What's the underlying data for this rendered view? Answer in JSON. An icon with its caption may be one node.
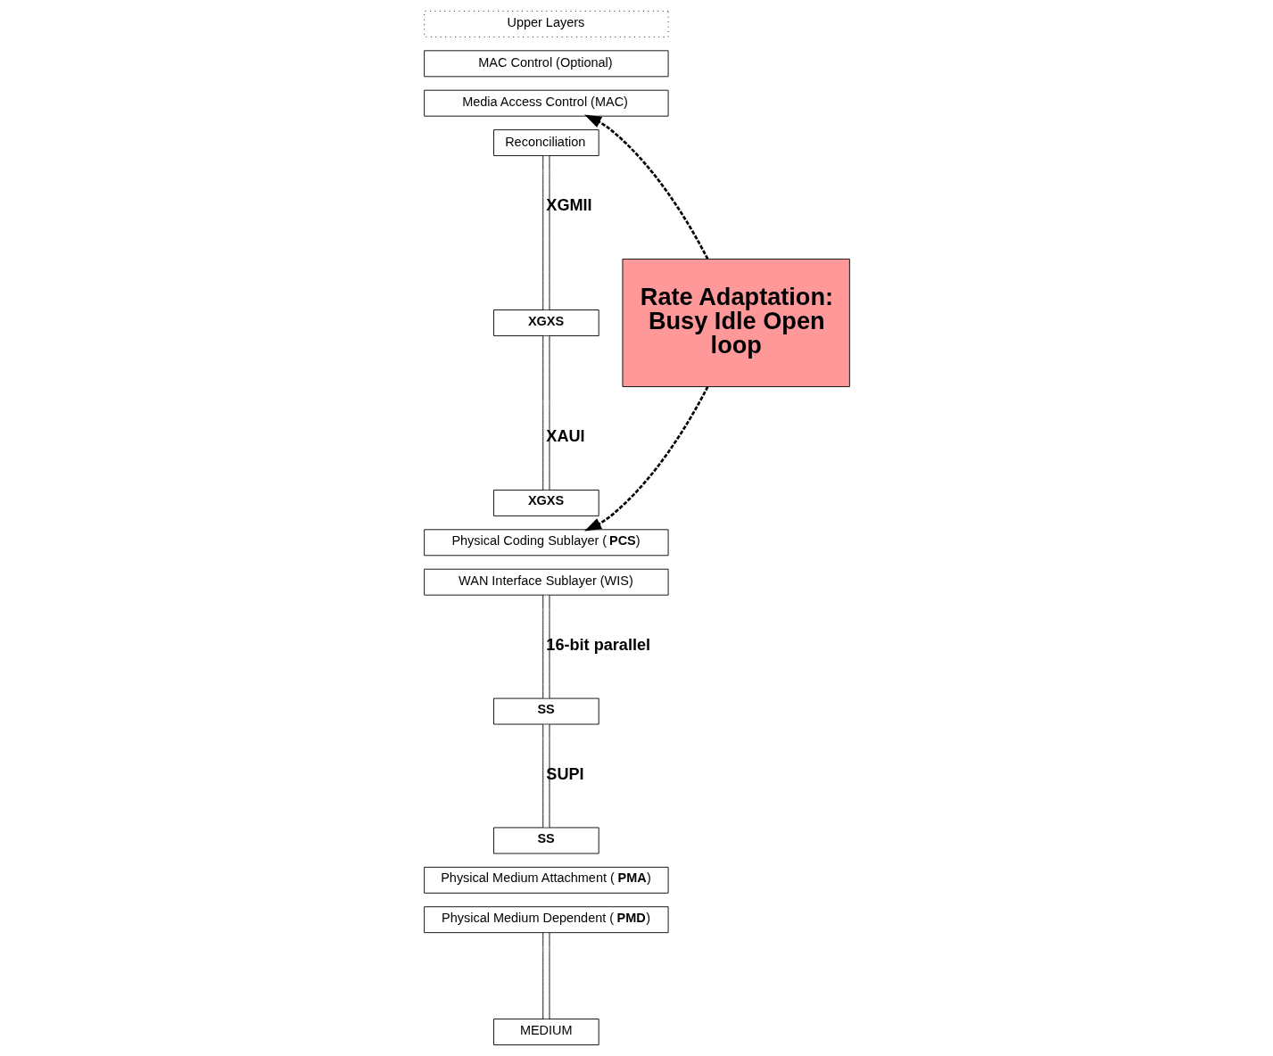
{
  "diagram": {
    "nodes": [
      {
        "text": [
          "Upper Layers"
        ]
      },
      {
        "text": [
          "MAC Control (Optional)"
        ]
      },
      {
        "text": [
          "Media Access Control (MAC)"
        ]
      },
      {
        "text": [
          "Reconciliation"
        ]
      },
      {
        "text": [
          "XGXS"
        ]
      },
      {
        "text": [
          "XGXS"
        ]
      },
      {
        "text": [
          "Physical Coding Sublayer (**PCS**)"
        ]
      },
      {
        "text": [
          "WAN Interface Sublayer (WIS)"
        ]
      },
      {
        "text": [
          "SS"
        ]
      },
      {
        "text": [
          "SS"
        ]
      },
      {
        "text": [
          "Physical Medium Attachment (**PMA**)"
        ]
      },
      {
        "text": [
          "Physical Medium Dependent (**PMD**)"
        ]
      },
      {
        "text": [
          "MEDIUM"
        ]
      },
      {
        "text": [
          "Rate Adaptation: Busy Idle Open loop"
        ]
      }
    ],
    "edges": [
      {
        "from": 3,
        "to": 4,
        "arrow": "none",
        "label": "XGMII"
      },
      {
        "from": 4,
        "to": 5,
        "arrow": "none",
        "label": "XAUI"
      },
      {
        "from": 7,
        "to": 8,
        "arrow": "none",
        "label": "16-bit parallel"
      },
      {
        "from": 8,
        "to": 9,
        "arrow": "none",
        "label": "SUPI"
      },
      {
        "from": 11,
        "to": 12,
        "arrow": "none"
      },
      {
        "from": 13,
        "to": 2,
        "arrow": "to",
        "style": "dashed"
      },
      {
        "from": 13,
        "to": 6,
        "arrow": "to",
        "style": "dashed"
      }
    ]
  }
}
